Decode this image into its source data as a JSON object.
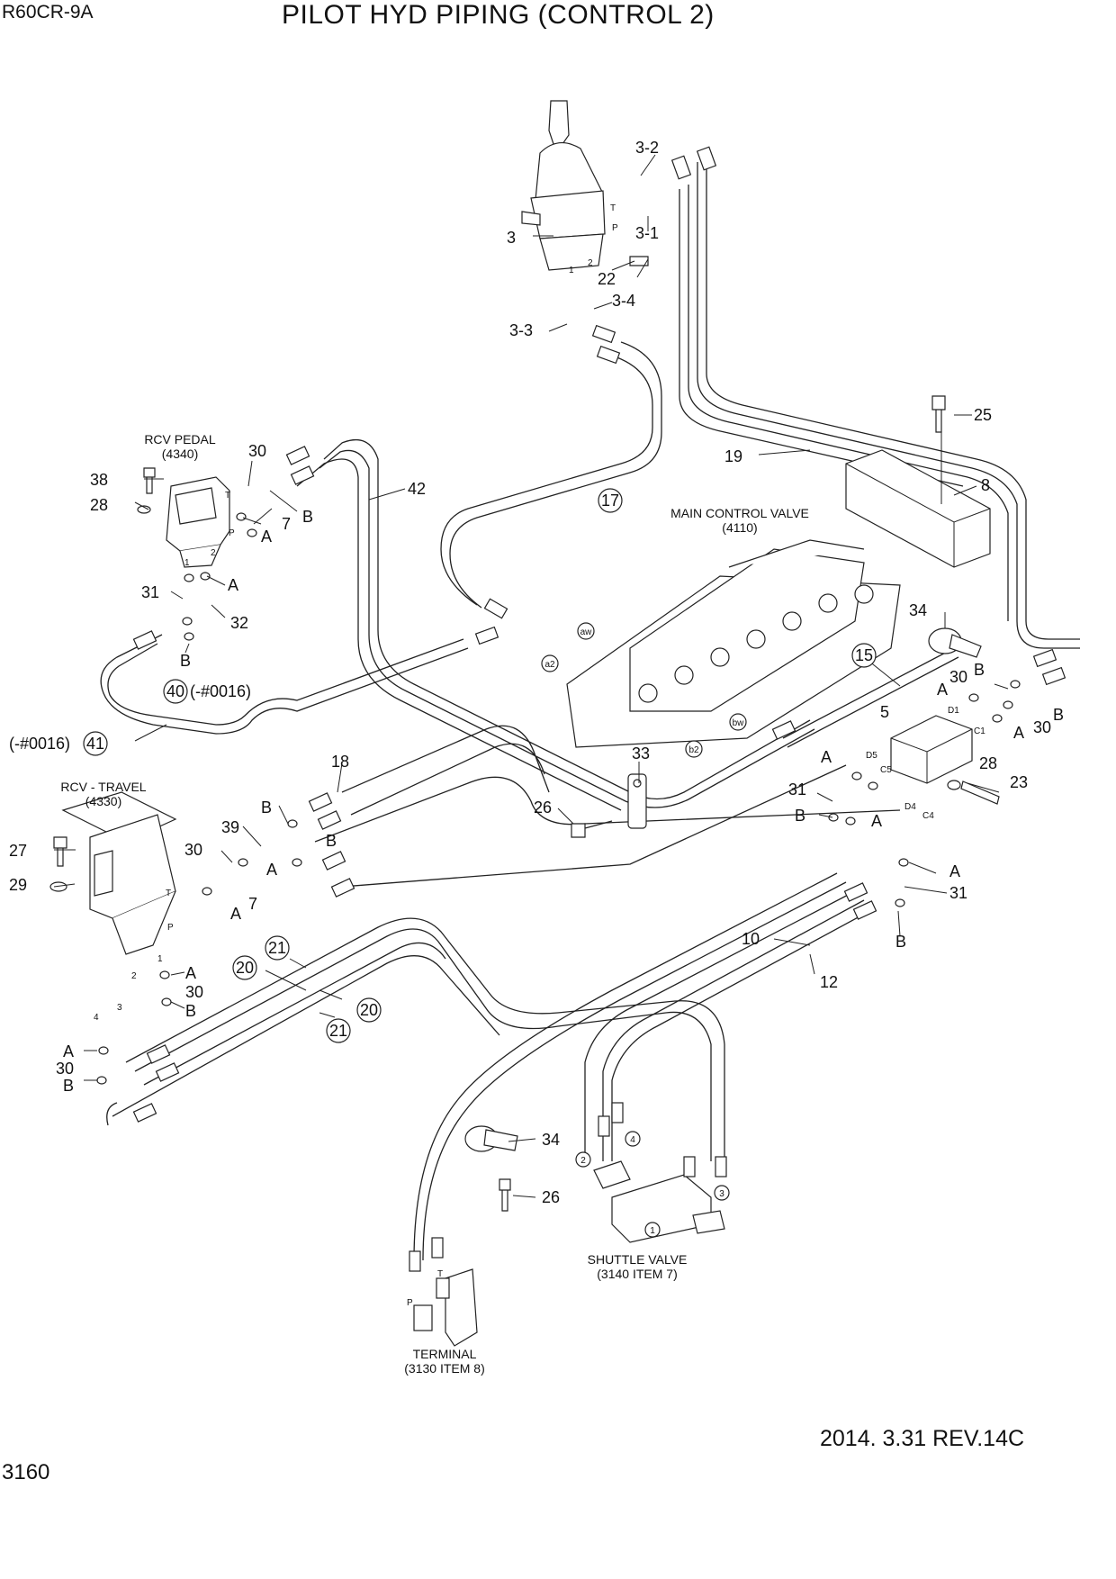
{
  "header": {
    "model": "R60CR-9A",
    "title": "PILOT HYD PIPING (CONTROL 2)"
  },
  "footer": {
    "page_number": "3160",
    "revision": "2014. 3.31  REV.14C"
  },
  "components": {
    "rcv_pedal": "RCV PEDAL",
    "rcv_pedal_ref": "(4340)",
    "main_control_valve": "MAIN CONTROL VALVE",
    "main_control_valve_ref": "(4110)",
    "rcv_travel": "RCV - TRAVEL",
    "rcv_travel_ref": "(4330)",
    "shuttle_valve": "SHUTTLE VALVE",
    "shuttle_valve_ref": "(3140 ITEM 7)",
    "terminal": "TERMINAL",
    "terminal_ref": "(3130 ITEM 8)"
  },
  "callouts": {
    "c3_2": "3-2",
    "c3_1": "3-1",
    "c3": "3",
    "c22": "22",
    "c3_4": "3-4",
    "c3_3": "3-3",
    "c25": "25",
    "c19": "19",
    "c8": "8",
    "c17": "17",
    "c42": "42",
    "c30a": "30",
    "c7a": "7",
    "cBa": "B",
    "cAa": "A",
    "cAb": "A",
    "c38": "38",
    "c28a": "28",
    "c31a": "31",
    "c32": "32",
    "cBb": "B",
    "c40": "40",
    "c40_note": "(-#0016)",
    "c41_note": "(-#0016)",
    "c41": "41",
    "c34a": "34",
    "c15": "15",
    "cAc": "A",
    "c30b": "30",
    "cBc": "B",
    "c30c": "30",
    "cBd": "B",
    "cAd": "A",
    "c5": "5",
    "c28b": "28",
    "c23": "23",
    "c33": "33",
    "c26a": "26",
    "c18": "18",
    "cAe": "A",
    "c31b": "31",
    "cBe": "B",
    "cAf": "A",
    "cAg": "A",
    "c31c": "31",
    "cBf": "B",
    "cBg": "B",
    "c39": "39",
    "cBh": "B",
    "c30d": "30",
    "c7b": "7",
    "cAh": "A",
    "cAi": "A",
    "c27": "27",
    "c29": "29",
    "c10": "10",
    "c12": "12",
    "c21a": "21",
    "c20a": "20",
    "c20b": "20",
    "c21b": "21",
    "cAj": "A",
    "c30e": "30",
    "cBi": "B",
    "cAk": "A",
    "c30f": "30",
    "cBj": "B",
    "c34b": "34",
    "c26b": "26"
  },
  "port_labels": {
    "T1": "T",
    "P1": "P",
    "one1": "1",
    "two1": "2",
    "T2": "T",
    "P2": "P",
    "one2": "1",
    "two2": "2",
    "T3": "T",
    "P3": "P",
    "one3": "1",
    "two3": "2",
    "three3": "3",
    "four3": "4",
    "D1": "D1",
    "C1": "C1",
    "D5": "D5",
    "C5": "C5",
    "D4": "D4",
    "C4": "C4",
    "aw": "aw",
    "a2": "a2",
    "bw": "bw",
    "b2": "b2",
    "s1": "1",
    "s2": "2",
    "s3": "3",
    "s4": "4",
    "tP": "P",
    "tT": "T"
  }
}
